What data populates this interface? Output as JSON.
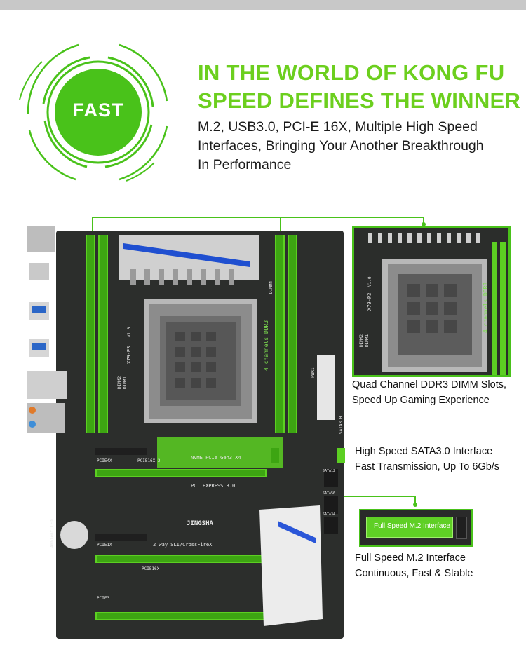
{
  "badge": {
    "label": "FAST"
  },
  "headline": {
    "line1": "IN THE WORLD OF KONG FU",
    "line2": "SPEED DEFINES THE WINNER"
  },
  "subtext": {
    "line1": "M.2, USB3.0, PCI-E 16X, Multiple High Speed",
    "line2": "Interfaces, Bringing Your Another Breakthrough",
    "line3": "In Performance"
  },
  "callouts": {
    "ddr3": {
      "line1": "Quad Channel DDR3 DIMM Slots,",
      "line2": "Speed Up Gaming Experience"
    },
    "sata": {
      "line1": "High Speed SATA3.0 Interface",
      "line2": "Fast Transmission, Up To 6Gb/s"
    },
    "m2": {
      "line1": "Full Speed M.2 Interface",
      "line2": "Continuous, Fast & Stable"
    }
  },
  "m2_card": {
    "label": "Full Speed M.2 Interface"
  },
  "board_silkscreen": {
    "model": "X79-P3",
    "version": "V1.0",
    "dimm_left_a": "DIMM2",
    "dimm_left_b": "DIMM1",
    "dimm_right": "DIMM4",
    "ddr3_label": "4 channels DDR3",
    "nvme": "NVME PCIe Gen3 X4",
    "pcie4x": "PCIE4X",
    "pcie16x_2": "PCIE16X_2",
    "pci_express": "PCI EXPRESS 3.0",
    "pcie1x": "PCIE1X",
    "sli": "2 way SLI/CrossFireX",
    "pcie16x": "PCIE16X",
    "pcie3": "PCIE3",
    "brand": "JINGSHA",
    "ambient": "Ambient LED",
    "pwr1": "PWR1",
    "sata3": "SATA3.0",
    "sata12": "SATA12",
    "sata56": "SATA56",
    "sata34": "SATA34",
    "zoom_model": "X79-P3",
    "zoom_version": "V1.0",
    "zoom_dimm2": "DIMM2",
    "zoom_dimm1": "DIMM1",
    "zoom_ddr3": "4 channels DDR3"
  },
  "colors": {
    "accent_green": "#6ccf1e",
    "board": "#2c2e2c",
    "slot_green": "#5ccf22"
  }
}
